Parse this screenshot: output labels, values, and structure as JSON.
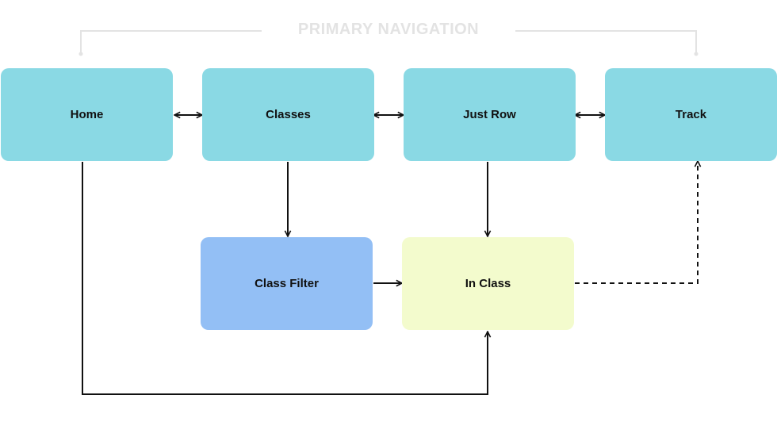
{
  "nav_group": {
    "label": "PRIMARY NAVIGATION"
  },
  "nodes": {
    "home": {
      "label": "Home",
      "color": "#8ad9e4"
    },
    "classes": {
      "label": "Classes",
      "color": "#8ad9e4"
    },
    "just_row": {
      "label": "Just Row",
      "color": "#8ad9e4"
    },
    "track": {
      "label": "Track",
      "color": "#8ad9e4"
    },
    "class_filter": {
      "label": "Class Filter",
      "color": "#93bff5"
    },
    "in_class": {
      "label": "In Class",
      "color": "#f3fbcd"
    }
  },
  "edges": [
    {
      "from": "home",
      "to": "classes",
      "style": "solid",
      "direction": "both"
    },
    {
      "from": "classes",
      "to": "just_row",
      "style": "solid",
      "direction": "both"
    },
    {
      "from": "just_row",
      "to": "track",
      "style": "solid",
      "direction": "both"
    },
    {
      "from": "classes",
      "to": "class_filter",
      "style": "solid",
      "direction": "forward"
    },
    {
      "from": "just_row",
      "to": "in_class",
      "style": "solid",
      "direction": "forward"
    },
    {
      "from": "class_filter",
      "to": "in_class",
      "style": "solid",
      "direction": "forward"
    },
    {
      "from": "home",
      "to": "in_class",
      "style": "solid",
      "direction": "forward"
    },
    {
      "from": "in_class",
      "to": "track",
      "style": "dashed",
      "direction": "forward"
    }
  ],
  "colors": {
    "edge": "#111111",
    "bracket": "#e3e3e3"
  }
}
